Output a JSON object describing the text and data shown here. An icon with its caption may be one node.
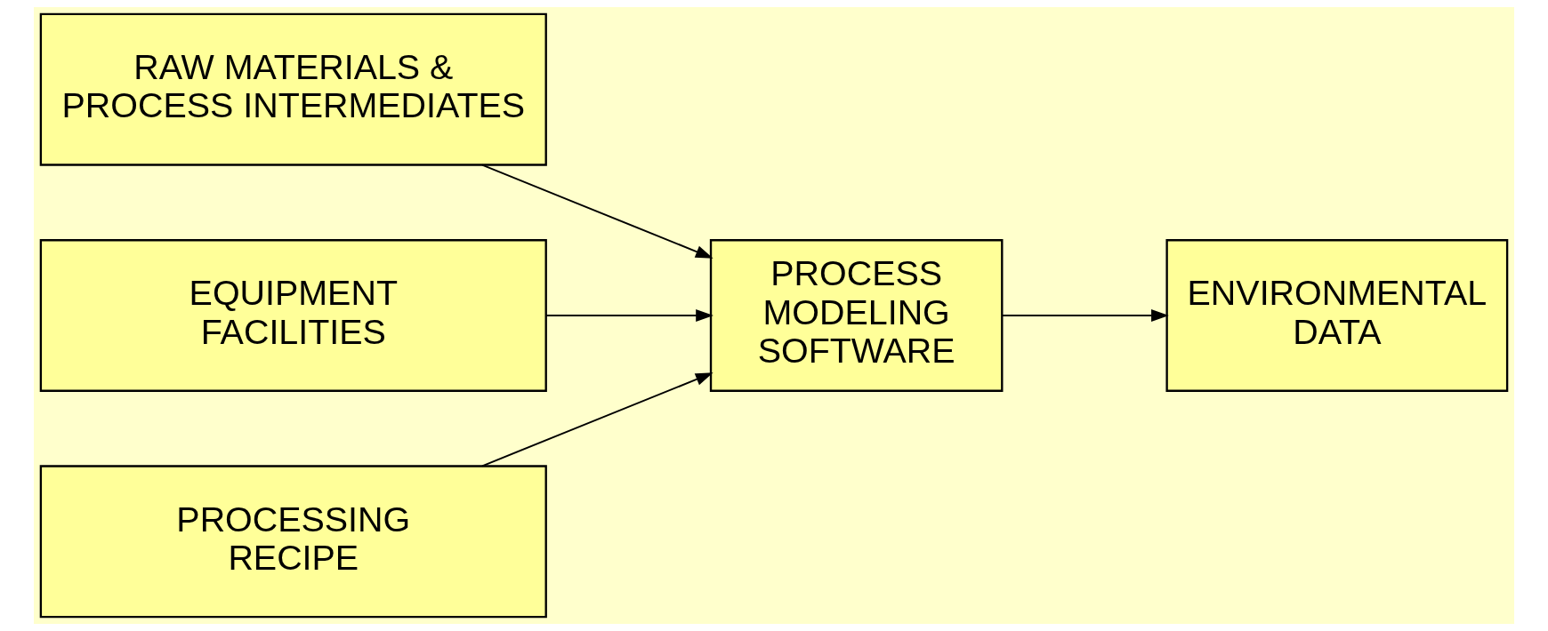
{
  "diagram": {
    "nodes": [
      {
        "text": [
          "RAW MATERIALS & PROCESS INTERMEDIATES"
        ]
      },
      {
        "text": [
          "EQUIPMENT FACILITIES"
        ]
      },
      {
        "text": [
          "PROCESSING RECIPE"
        ]
      },
      {
        "text": [
          "PROCESS MODELING SOFTWARE"
        ]
      },
      {
        "text": [
          "ENVIRONMENTAL DATA"
        ]
      }
    ],
    "edges": [
      {
        "from": 0,
        "to": 3,
        "arrow": "to"
      },
      {
        "from": 1,
        "to": 3,
        "arrow": "to"
      },
      {
        "from": 2,
        "to": 3,
        "arrow": "to"
      },
      {
        "from": 3,
        "to": 4,
        "arrow": "to"
      }
    ]
  }
}
